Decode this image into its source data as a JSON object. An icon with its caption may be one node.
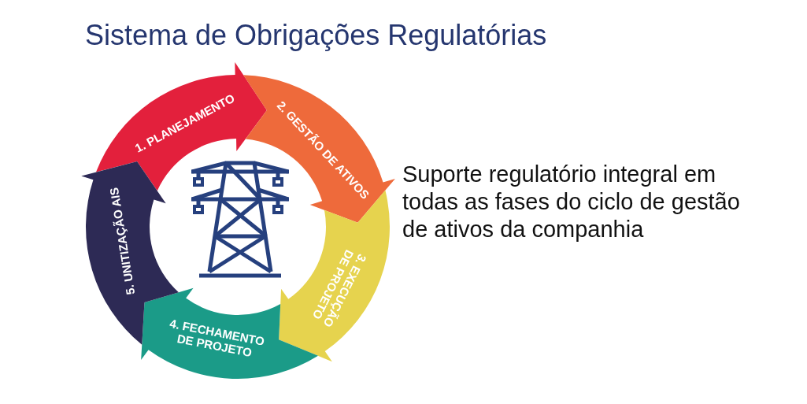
{
  "diagram": {
    "title": "Sistema de Obrigações Regulatórias",
    "nodes": [
      {
        "text": [
          "1. PLANEJAMENTO"
        ]
      },
      {
        "text": [
          "2. GESTÃO DE ATIVOS"
        ]
      },
      {
        "text": [
          "3. EXECUÇÃO DE PROJETO"
        ]
      },
      {
        "text": [
          "4. FECHAMENTO DE PROJETO"
        ]
      },
      {
        "text": [
          "5. UNITIZAÇÃO AIS"
        ]
      }
    ],
    "labels": [
      "Suporte regulatório integral em todas as fases do ciclo de gestão de ativos da companhia"
    ]
  }
}
